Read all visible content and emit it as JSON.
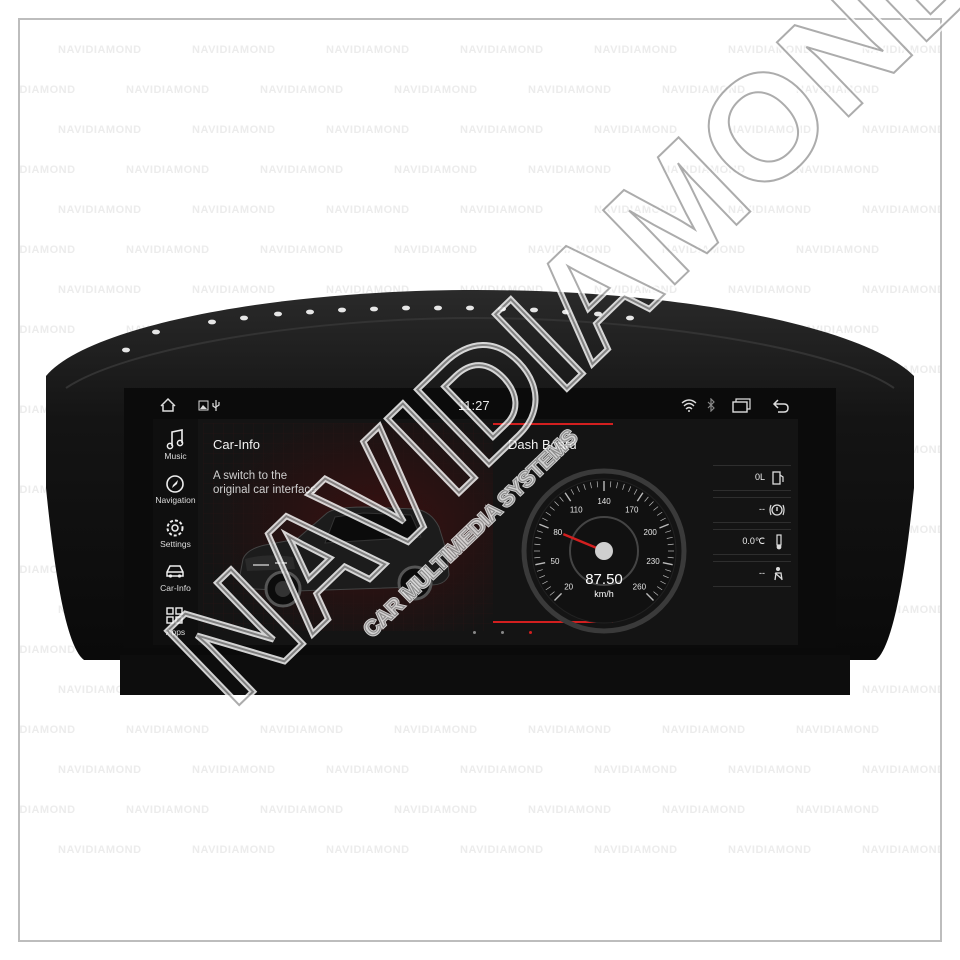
{
  "watermark": {
    "brand": "NAVIDIAMOND",
    "logo_large": "NAVIDIAMOND",
    "logo_tagline": "CAR MULTIMEDIA SYSTEMS"
  },
  "statusbar": {
    "time": "11:27",
    "icons": [
      "home-icon",
      "image-icon",
      "usb-icon",
      "wifi-icon",
      "bluetooth-icon",
      "recent-apps-icon",
      "back-icon"
    ]
  },
  "sidebar": {
    "items": [
      {
        "label": "Music",
        "icon": "music-note-icon"
      },
      {
        "label": "Navigation",
        "icon": "compass-icon"
      },
      {
        "label": "Settings",
        "icon": "gear-icon"
      },
      {
        "label": "Car-Info",
        "icon": "car-icon"
      },
      {
        "label": "Apps",
        "icon": "apps-grid-icon"
      }
    ]
  },
  "car_info": {
    "title": "Car-Info",
    "description_line1": "A switch to the",
    "description_line2": "original car interface"
  },
  "dashboard": {
    "title": "Dash Board",
    "speed": "87.50",
    "unit": "km/h",
    "gauge_ticks": [
      "20",
      "50",
      "80",
      "110",
      "140",
      "170",
      "200",
      "230",
      "260"
    ],
    "needle_value": 80,
    "gauge_min": 20,
    "gauge_max": 260
  },
  "tiles": [
    {
      "value": "0L",
      "icon": "fuel-icon"
    },
    {
      "value": "--",
      "icon": "brake-warning-icon"
    },
    {
      "value": "0.0℃",
      "icon": "thermometer-icon"
    },
    {
      "value": "--",
      "icon": "seatbelt-icon"
    }
  ],
  "pager": {
    "pages": 3,
    "active": 2
  },
  "colors": {
    "accent": "#d21f1f",
    "screen_bg": "#141414",
    "bezel": "#111111"
  }
}
